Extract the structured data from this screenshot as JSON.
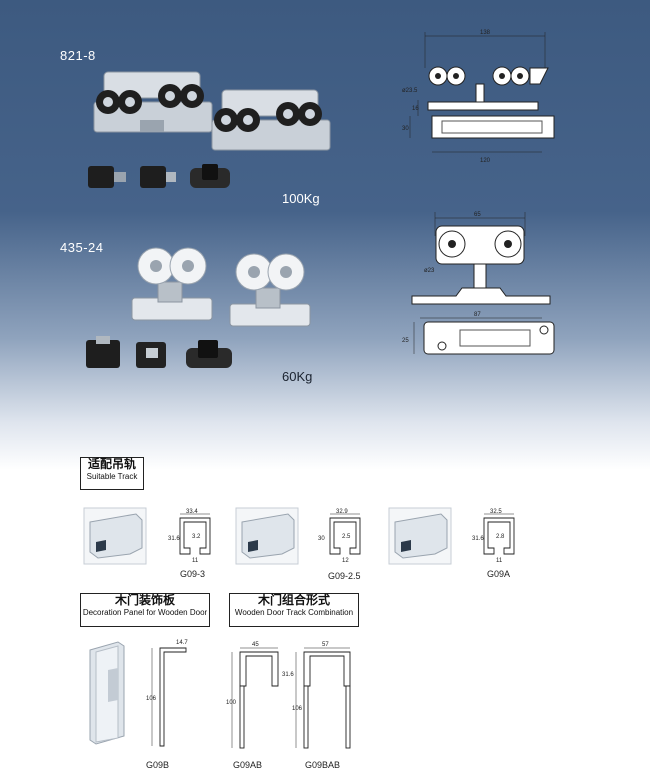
{
  "products": [
    {
      "model": "821-8",
      "load": "100Kg",
      "drawing": {
        "width": "138",
        "wheel_dia": "ø23.5",
        "height_a": "30",
        "height_b": "16",
        "base": "120"
      }
    },
    {
      "model": "435-24",
      "load": "60Kg",
      "drawing": {
        "width": "65",
        "wheel_dia": "ø23",
        "height": "25",
        "base": "87"
      }
    }
  ],
  "sections": {
    "suitable_track": {
      "zh": "适配吊轨",
      "en": "Suitable Track"
    },
    "decoration_panel": {
      "zh": "木门装饰板",
      "en": "Decoration Panel for Wooden Door"
    },
    "track_combination": {
      "zh": "木门组合形式",
      "en": "Wooden Door Track Combination"
    }
  },
  "tracks": [
    {
      "name": "G09-3",
      "dims": {
        "w": "33.4",
        "h": "31.6",
        "t": "3.2",
        "b": "11"
      }
    },
    {
      "name": "G09-2.5",
      "dims": {
        "w": "32.9",
        "h": "30",
        "t": "2.5",
        "b": "12"
      }
    },
    {
      "name": "G09A",
      "dims": {
        "w": "32.5",
        "h": "31.6",
        "t": "2.8",
        "b": "11"
      }
    }
  ],
  "panels": [
    {
      "name": "G09B",
      "dims": {
        "top": "14.7",
        "h": "106"
      }
    },
    {
      "name": "G09AB",
      "dims": {
        "w": "45",
        "h": "100",
        "t": "31.6"
      }
    },
    {
      "name": "G09BAB",
      "dims": {
        "w": "57",
        "h": "106"
      }
    }
  ],
  "colors": {
    "hero_top": "#3d5a80",
    "rail": "#e8edf3",
    "frame": "#222222"
  }
}
